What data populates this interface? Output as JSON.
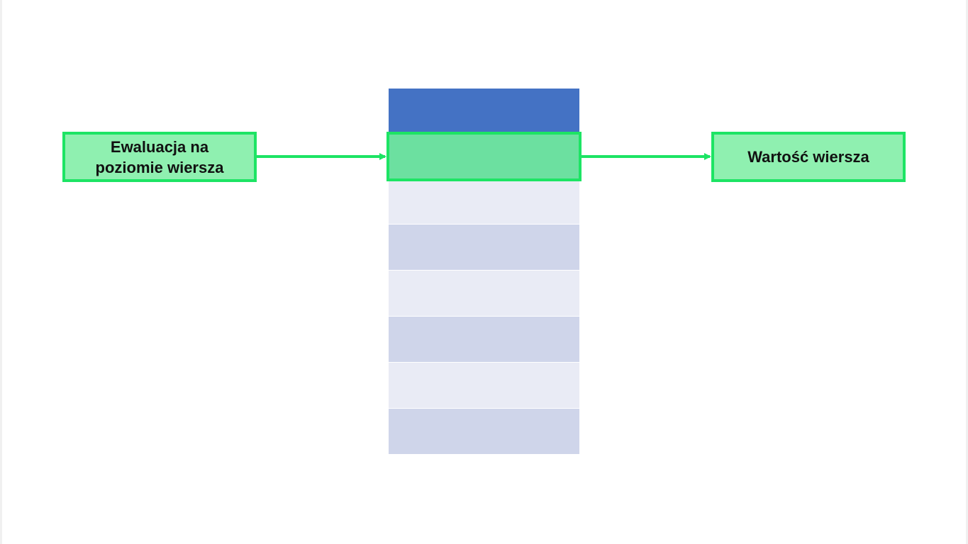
{
  "diagram": {
    "left_label_lines": [
      "Ewaluacja na",
      "poziomie wiersza"
    ],
    "right_label": "Wartość wiersza",
    "table": {
      "header_color": "#4472c4",
      "rows": [
        {
          "color": "#e9ebf5"
        },
        {
          "color": "#e9ebf5"
        },
        {
          "color": "#cfd5ea"
        },
        {
          "color": "#e9ebf5"
        },
        {
          "color": "#cfd5ea"
        },
        {
          "color": "#e9ebf5"
        },
        {
          "color": "#cfd5ea"
        }
      ]
    },
    "highlight_color": "#1de464",
    "highlighted_row_index": 0
  }
}
